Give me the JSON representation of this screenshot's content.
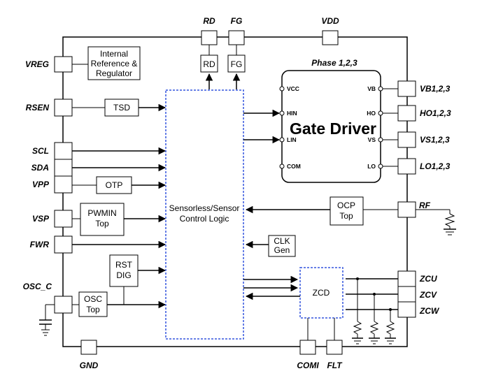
{
  "pins": {
    "rd": "RD",
    "fg": "FG",
    "vdd": "VDD",
    "vreg": "VREG",
    "rsen": "RSEN",
    "scl": "SCL",
    "sda": "SDA",
    "vpp": "VPP",
    "vsp": "VSP",
    "fwr": "FWR",
    "osc_c": "OSC_C",
    "gnd": "GND",
    "comi": "COMI",
    "flt": "FLT",
    "vb": "VB1,2,3",
    "ho": "HO1,2,3",
    "vs": "VS1,2,3",
    "lo": "LO1,2,3",
    "rf": "RF",
    "zcu": "ZCU",
    "zcv": "ZCV",
    "zcw": "ZCW"
  },
  "blocks": {
    "internal_ref": [
      "Internal",
      "Reference &",
      "Regulator"
    ],
    "tsd": "TSD",
    "otp": "OTP",
    "pwmin": [
      "PWMIN",
      "Top"
    ],
    "rst": [
      "RST",
      "DIG"
    ],
    "osc": [
      "OSC",
      "Top"
    ],
    "rd": "RD",
    "fg": "FG",
    "control": [
      "Sensorless/Sensor",
      "Control Logic"
    ],
    "ocp": [
      "OCP",
      "Top"
    ],
    "clk": [
      "CLK",
      "Gen"
    ],
    "zcd": "ZCD"
  },
  "gate_driver": {
    "phase_label": "Phase 1,2,3",
    "title": "Gate Driver",
    "ports": {
      "vcc": "VCC",
      "hin": "HIN",
      "lin": "LIN",
      "com": "COM",
      "vb": "VB",
      "ho": "HO",
      "vs": "VS",
      "lo": "LO"
    }
  }
}
